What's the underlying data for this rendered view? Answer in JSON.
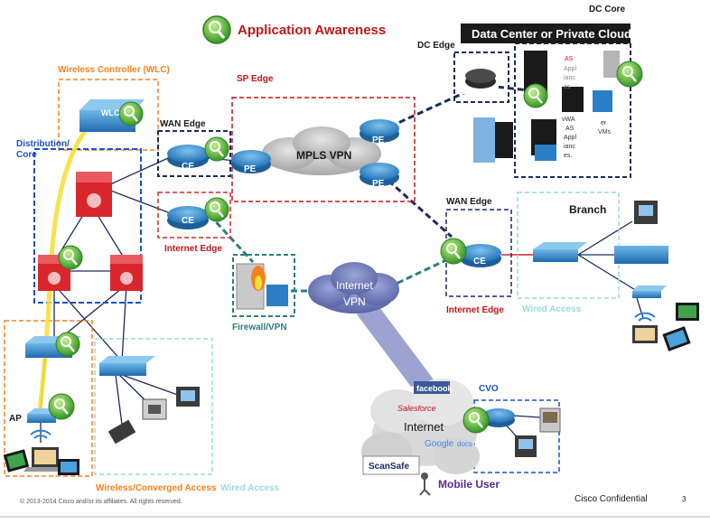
{
  "title": "Application Awareness",
  "labels": {
    "dc_core": "DC Core",
    "dc_banner": "Data Center or Private Cloud",
    "dc_edge": "DC Edge",
    "wlc": "Wireless Controller (WLC)",
    "wlc_device": "WLC",
    "distribution_line1": "Distribution/",
    "distribution_line2": "Core",
    "sp_edge": "SP Edge",
    "wan_edge_left": "WAN Edge",
    "wan_edge_right": "WAN Edge",
    "mpls_vpn": "MPLS VPN",
    "pe": "PE",
    "ce": "CE",
    "internet_edge_left": "Internet Edge",
    "internet_edge_right": "Internet Edge",
    "branch": "Branch",
    "wired_access_branch": "Wired Access",
    "firewall_vpn": "Firewall/VPN",
    "internet_vpn_line1": "Internet",
    "internet_vpn_line2": "VPN",
    "ap": "AP",
    "wireless_converged_access": "Wireless/Converged Access",
    "wired_access_campus": "Wired Access",
    "cvo": "CVO",
    "internet": "Internet",
    "facebook": "facebook",
    "salesforce": "Salesforce",
    "google_docs_1": "Google",
    "google_docs_2": "docs",
    "scansafe": "ScanSafe",
    "mobile_user": "Mobile User",
    "dc_frag_1": "AS",
    "dc_frag_2": "Appl",
    "dc_frag_3": "ianc",
    "dc_frag_4": "es",
    "dc_frag_5": "vWA",
    "dc_frag_6": "AS",
    "dc_frag_7": "Appl",
    "dc_frag_8": "ianc",
    "dc_frag_9": "es.",
    "dc_frag_10": "er",
    "dc_frag_11": "VMs",
    "copyright": "© 2013-2014  Cisco and/or its affiliates. All rights reserved.",
    "confidential": "Cisco Confidential",
    "page_number": "3"
  },
  "colors": {
    "title_red": "#c0171c",
    "orange": "#f58220",
    "dark_navy": "#1c2b5a",
    "blue": "#1f4fc8",
    "red": "#d9262c",
    "teal": "#2d7d7d",
    "light_teal": "#9fd9dc",
    "router_blue": "#2a7fc6",
    "green": "#49a942",
    "yellow": "#f6e03a"
  }
}
